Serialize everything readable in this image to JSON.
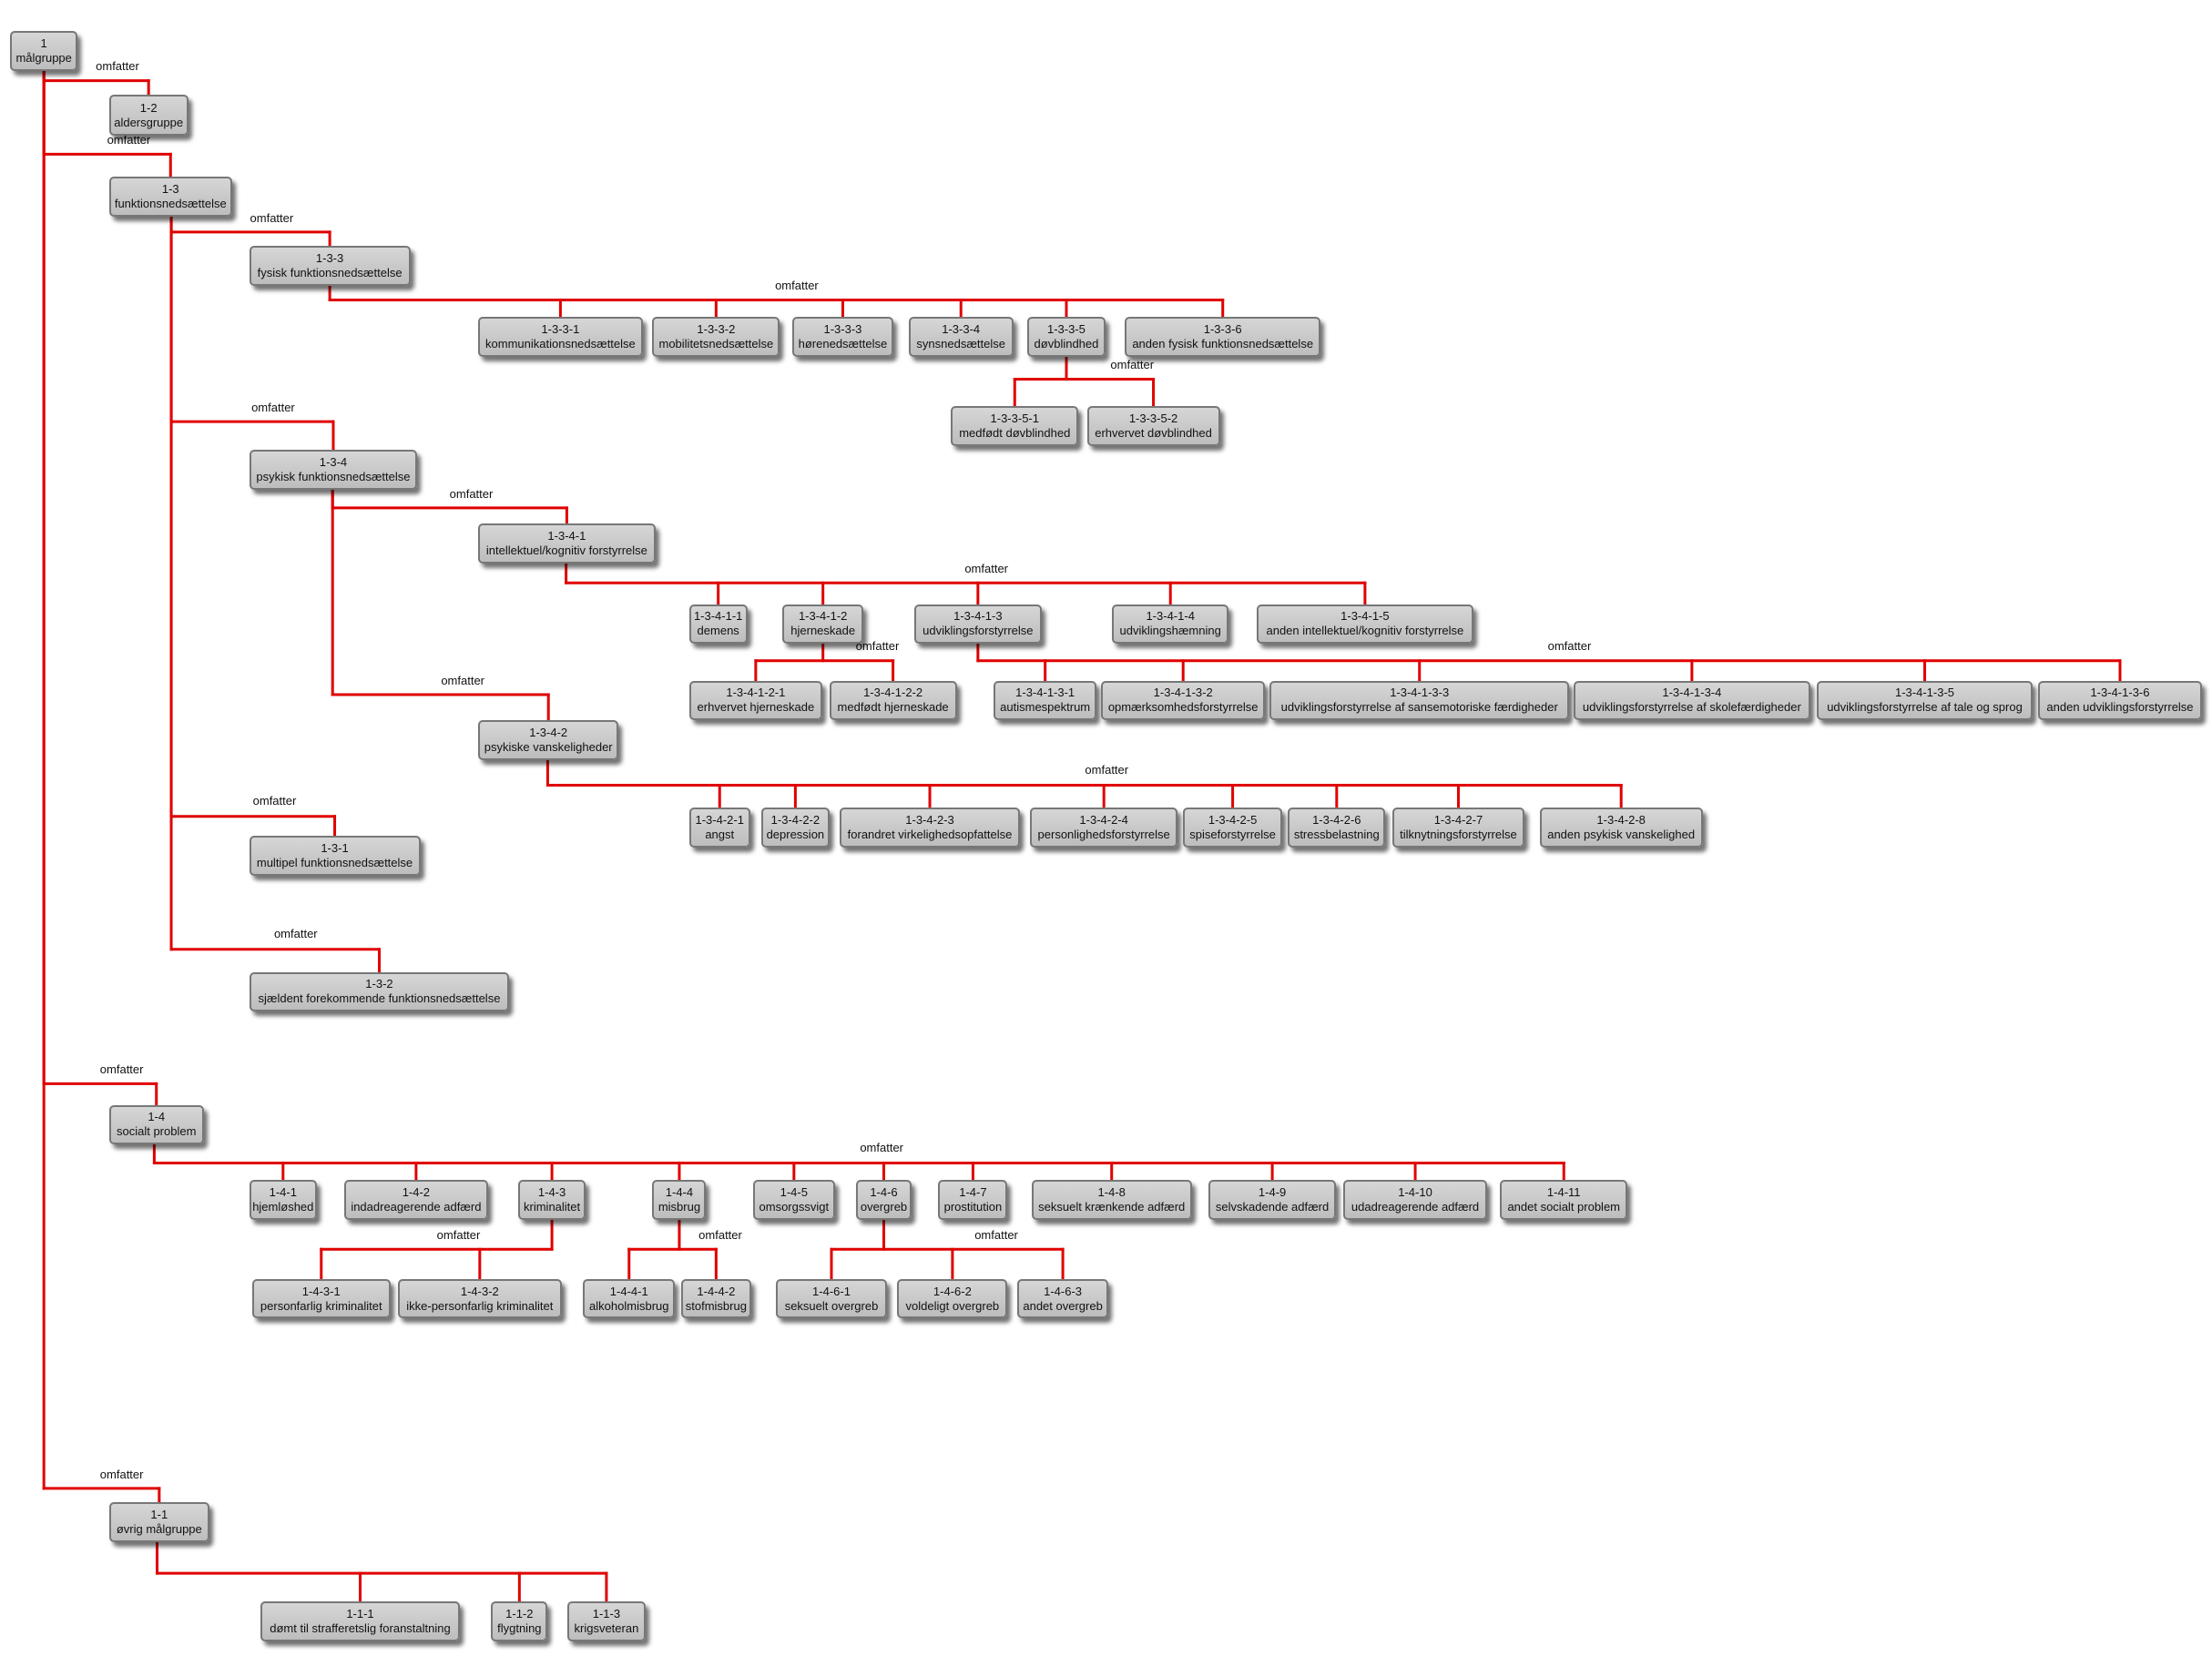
{
  "diagram": {
    "edge_label": "omfatter",
    "nodes": [
      {
        "code": "1",
        "label": "målgruppe"
      },
      {
        "code": "1-2",
        "label": "aldersgruppe"
      },
      {
        "code": "1-3",
        "label": "funktionsnedsættelse"
      },
      {
        "code": "1-3-3",
        "label": "fysisk funktionsnedsættelse"
      },
      {
        "code": "1-3-3-1",
        "label": "kommunikationsnedsættelse"
      },
      {
        "code": "1-3-3-2",
        "label": "mobilitetsnedsættelse"
      },
      {
        "code": "1-3-3-3",
        "label": "hørenedsættelse"
      },
      {
        "code": "1-3-3-4",
        "label": "synsnedsættelse"
      },
      {
        "code": "1-3-3-5",
        "label": "døvblindhed"
      },
      {
        "code": "1-3-3-6",
        "label": "anden fysisk funktionsnedsættelse"
      },
      {
        "code": "1-3-3-5-1",
        "label": "medfødt døvblindhed"
      },
      {
        "code": "1-3-3-5-2",
        "label": "erhvervet døvblindhed"
      },
      {
        "code": "1-3-4",
        "label": "psykisk funktionsnedsættelse"
      },
      {
        "code": "1-3-4-1",
        "label": "intellektuel/kognitiv forstyrrelse"
      },
      {
        "code": "1-3-4-1-1",
        "label": "demens"
      },
      {
        "code": "1-3-4-1-2",
        "label": "hjerneskade"
      },
      {
        "code": "1-3-4-1-3",
        "label": "udviklingsforstyrrelse"
      },
      {
        "code": "1-3-4-1-4",
        "label": "udviklingshæmning"
      },
      {
        "code": "1-3-4-1-5",
        "label": "anden intellektuel/kognitiv forstyrrelse"
      },
      {
        "code": "1-3-4-1-2-1",
        "label": "erhvervet hjerneskade"
      },
      {
        "code": "1-3-4-1-2-2",
        "label": "medfødt hjerneskade"
      },
      {
        "code": "1-3-4-1-3-1",
        "label": "autismespektrum"
      },
      {
        "code": "1-3-4-1-3-2",
        "label": "opmærksomhedsforstyrrelse"
      },
      {
        "code": "1-3-4-1-3-3",
        "label": "udviklingsforstyrrelse af sansemotoriske færdigheder"
      },
      {
        "code": "1-3-4-1-3-4",
        "label": "udviklingsforstyrrelse af skolefærdigheder"
      },
      {
        "code": "1-3-4-1-3-5",
        "label": "udviklingsforstyrrelse af tale og sprog"
      },
      {
        "code": "1-3-4-1-3-6",
        "label": "anden udviklingsforstyrrelse"
      },
      {
        "code": "1-3-4-2",
        "label": "psykiske vanskeligheder"
      },
      {
        "code": "1-3-4-2-1",
        "label": "angst"
      },
      {
        "code": "1-3-4-2-2",
        "label": "depression"
      },
      {
        "code": "1-3-4-2-3",
        "label": "forandret virkelighedsopfattelse"
      },
      {
        "code": "1-3-4-2-4",
        "label": "personlighedsforstyrrelse"
      },
      {
        "code": "1-3-4-2-5",
        "label": "spiseforstyrrelse"
      },
      {
        "code": "1-3-4-2-6",
        "label": "stressbelastning"
      },
      {
        "code": "1-3-4-2-7",
        "label": "tilknytningsforstyrrelse"
      },
      {
        "code": "1-3-4-2-8",
        "label": "anden psykisk vanskelighed"
      },
      {
        "code": "1-3-1",
        "label": "multipel funktionsnedsættelse"
      },
      {
        "code": "1-3-2",
        "label": "sjældent forekommende funktionsnedsættelse"
      },
      {
        "code": "1-4",
        "label": "socialt problem"
      },
      {
        "code": "1-4-1",
        "label": "hjemløshed"
      },
      {
        "code": "1-4-2",
        "label": "indadreagerende adfærd"
      },
      {
        "code": "1-4-3",
        "label": "kriminalitet"
      },
      {
        "code": "1-4-4",
        "label": "misbrug"
      },
      {
        "code": "1-4-5",
        "label": "omsorgssvigt"
      },
      {
        "code": "1-4-6",
        "label": "overgreb"
      },
      {
        "code": "1-4-7",
        "label": "prostitution"
      },
      {
        "code": "1-4-8",
        "label": "seksuelt krænkende adfærd"
      },
      {
        "code": "1-4-9",
        "label": "selvskadende adfærd"
      },
      {
        "code": "1-4-10",
        "label": "udadreagerende adfærd"
      },
      {
        "code": "1-4-11",
        "label": "andet socialt problem"
      },
      {
        "code": "1-4-3-1",
        "label": "personfarlig kriminalitet"
      },
      {
        "code": "1-4-3-2",
        "label": "ikke-personfarlig kriminalitet"
      },
      {
        "code": "1-4-4-1",
        "label": "alkoholmisbrug"
      },
      {
        "code": "1-4-4-2",
        "label": "stofmisbrug"
      },
      {
        "code": "1-4-6-1",
        "label": "seksuelt overgreb"
      },
      {
        "code": "1-4-6-2",
        "label": "voldeligt overgreb"
      },
      {
        "code": "1-4-6-3",
        "label": "andet overgreb"
      },
      {
        "code": "1-1",
        "label": "øvrig målgruppe"
      },
      {
        "code": "1-1-1",
        "label": "dømt til strafferetslig foranstaltning"
      },
      {
        "code": "1-1-2",
        "label": "flygtning"
      },
      {
        "code": "1-1-3",
        "label": "krigsveteran"
      }
    ]
  },
  "colors": {
    "edge": "#e00000",
    "node_fill": "#c8c8c8",
    "node_border": "#777777"
  }
}
